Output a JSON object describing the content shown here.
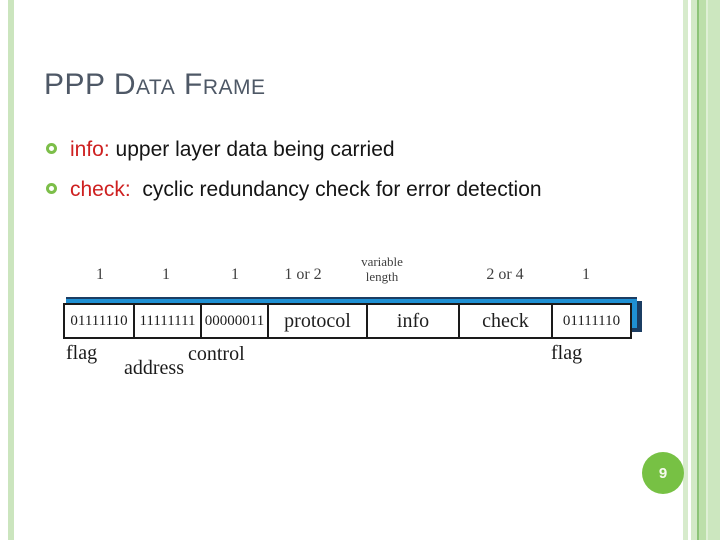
{
  "slide": {
    "title": "PPP Data Frame",
    "page_number": "9"
  },
  "bullets": [
    {
      "lead": "info:",
      "rest": " upper layer data being carried"
    },
    {
      "lead": "check:",
      "rest": "  cyclic redundancy check for error detection"
    }
  ],
  "diagram": {
    "size_labels": [
      "1",
      "1",
      "1",
      "1 or 2",
      "variable length",
      "2 or 4",
      "1"
    ],
    "fields": [
      {
        "value": "01111110",
        "label": "flag"
      },
      {
        "value": "11111111",
        "label": "address"
      },
      {
        "value": "00000011",
        "label": "control"
      },
      {
        "value": "protocol",
        "label": ""
      },
      {
        "value": "info",
        "label": ""
      },
      {
        "value": "check",
        "label": ""
      },
      {
        "value": "01111110",
        "label": "flag"
      }
    ]
  },
  "colors": {
    "title_text": "#4e5866",
    "bullet_ring_green": "#7cbe49",
    "highlight_red": "#ce2020",
    "band_blue": "#1f90d3",
    "band_shadow_navy": "#1b3d63",
    "page_badge_green": "#77c144",
    "edge_stripe_green": "#cce7bf"
  }
}
